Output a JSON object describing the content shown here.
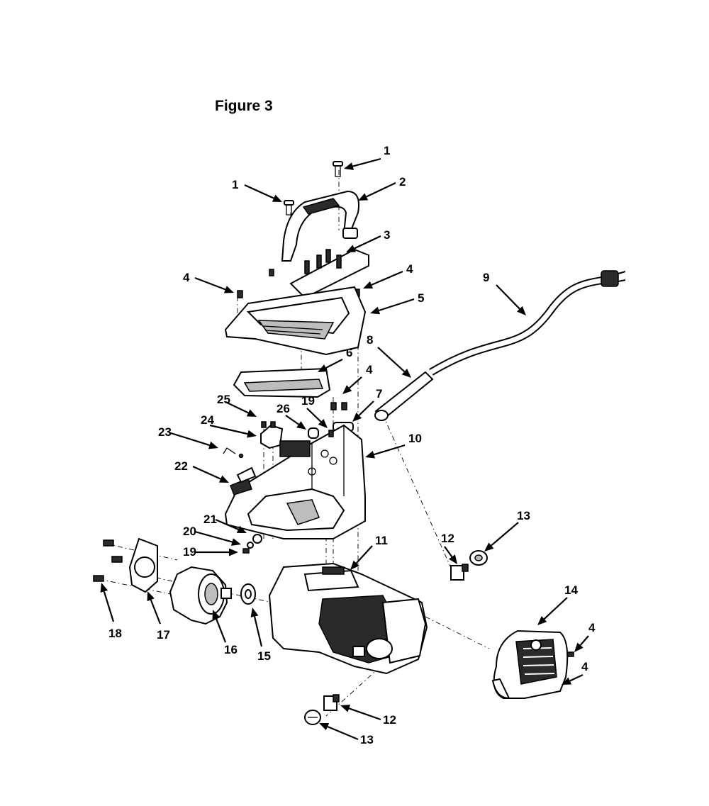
{
  "figure_title": "Figure 3",
  "callouts": [
    "1",
    "1",
    "2",
    "3",
    "4",
    "4",
    "5",
    "9",
    "8",
    "6",
    "4",
    "7",
    "25",
    "26",
    "19",
    "24",
    "23",
    "10",
    "22",
    "21",
    "20",
    "19",
    "12",
    "13",
    "11",
    "18",
    "17",
    "16",
    "15",
    "14",
    "4",
    "4",
    "12",
    "13"
  ]
}
